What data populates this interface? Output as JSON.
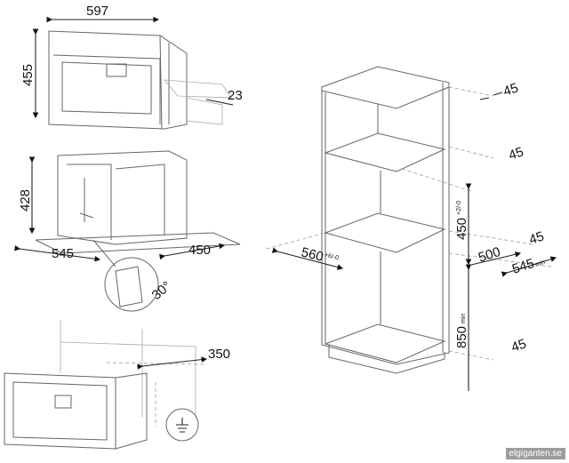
{
  "top_unit": {
    "width": "597",
    "height": "455",
    "offset": "23"
  },
  "middle_unit": {
    "height": "428",
    "depth": "545",
    "width": "450",
    "angle": "30°"
  },
  "bottom_unit": {
    "clearance": "350"
  },
  "cabinet": {
    "gap_top": "45",
    "gap_upper_shelf": "45",
    "niche_height": "450",
    "niche_height_tol": "+2/-0",
    "gap_mid": "45",
    "niche_depth": "500",
    "cabinet_depth": "545",
    "cabinet_depth_suffix": "min",
    "niche_width": "560",
    "niche_width_tol": "+6/-0",
    "floor_height": "850",
    "floor_height_suffix": "min",
    "gap_bottom": "45"
  },
  "watermark": "elgiganten.se"
}
